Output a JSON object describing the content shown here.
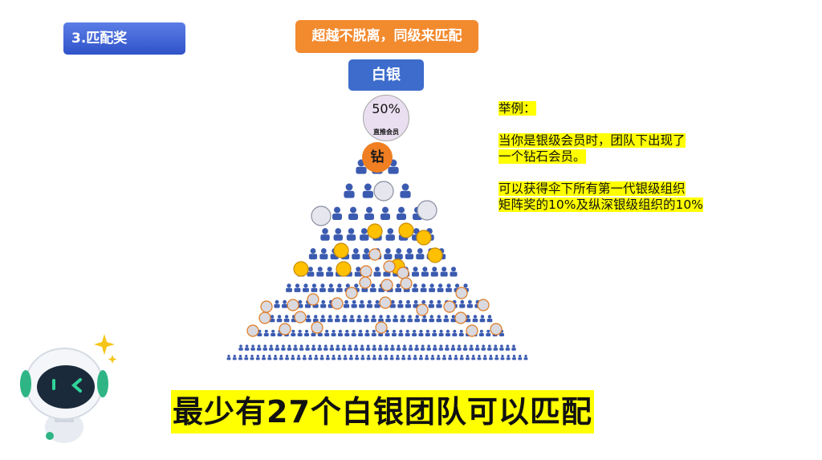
{
  "section_tag": "3.匹配奖",
  "banner": "超越不脱离，同级来匹配",
  "level_box": "白银",
  "top_circle": {
    "value": "50%",
    "label": "直推会员"
  },
  "diamond": "钻",
  "example": {
    "heading": "举例：",
    "lines_1": [
      "当你是银级会员时，团队下出现了",
      "一个钻石会员。"
    ],
    "lines_2": [
      "可以获得伞下所有第一代银级组织",
      "矩阵奖的10%及纵深银级组织的10%"
    ]
  },
  "bottom_text": "最少有27个白银团队可以匹配",
  "colors": {
    "orange": "#f28a2e",
    "blue": "#3d6ccc",
    "yellow": "#ffff00",
    "gold": "#ffc000",
    "figure": "#3b5bb0"
  },
  "icons": [
    "person-icon",
    "robot-mascot-icon",
    "sparkle-icon"
  ]
}
